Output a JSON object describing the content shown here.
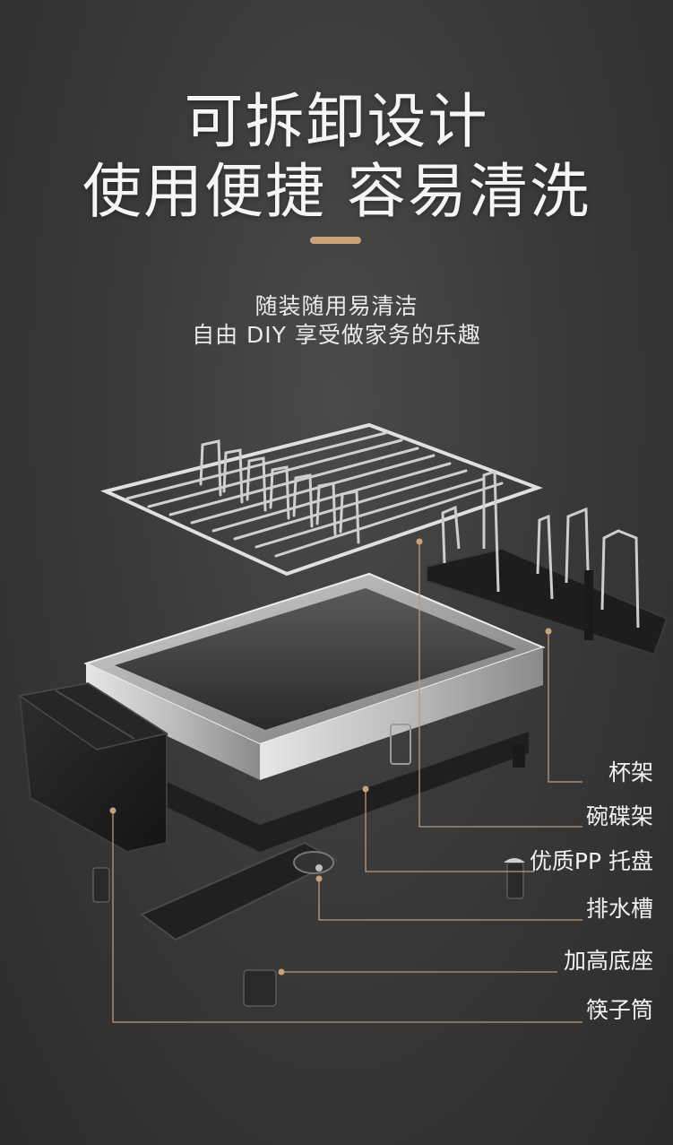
{
  "headline": {
    "line1": "可拆卸设计",
    "line2": "使用便捷 容易清洗"
  },
  "subtitle": {
    "line1": "随装随用易清洁",
    "line2": "自由 DIY 享受做家务的乐趣"
  },
  "parts": [
    {
      "label": "杯架"
    },
    {
      "label": "碗碟架"
    },
    {
      "label": "优质PP 托盘"
    },
    {
      "label": "排水槽"
    },
    {
      "label": "加高底座"
    },
    {
      "label": "筷子筒"
    }
  ],
  "colors": {
    "accent": "#c9a27a",
    "leader": "#b89a7c",
    "text": "#f2f2f2"
  }
}
